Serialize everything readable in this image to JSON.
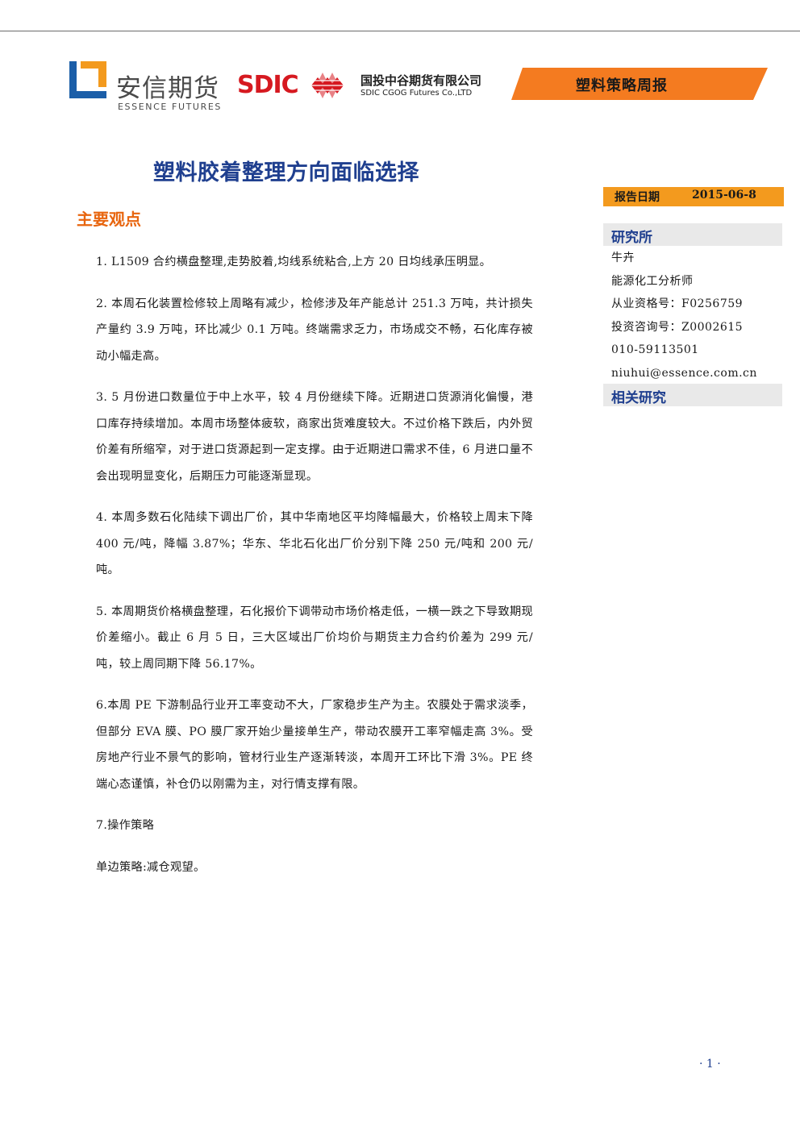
{
  "header": {
    "essence_cn": "安信期货",
    "essence_en": "ESSENCE FUTURES",
    "sdic_mark": "SDIC",
    "sdic_cn": "国投中谷期货有限公司",
    "sdic_en": "SDIC CGOG Futures Co.,LTD",
    "report_type": "塑料策略周报",
    "colors": {
      "banner": "#f47b20",
      "essence_blue": "#1b5ea8",
      "essence_orange": "#f39a1e",
      "sdic_red": "#d61920"
    }
  },
  "title": "塑料胶着整理方向面临选择",
  "main_section": "主要观点",
  "paragraphs": [
    "1. L1509 合约横盘整理,走势胶着,均线系统粘合,上方 20 日均线承压明显。",
    "2. 本周石化装置检修较上周略有减少，检修涉及年产能总计 251.3 万吨，共计损失产量约 3.9 万吨，环比减少 0.1 万吨。终端需求乏力，市场成交不畅，石化库存被动小幅走高。",
    "3. 5 月份进口数量位于中上水平，较 4 月份继续下降。近期进口货源消化偏慢，港口库存持续增加。本周市场整体疲软，商家出货难度较大。不过价格下跌后，内外贸价差有所缩窄，对于进口货源起到一定支撑。由于近期进口需求不佳，6 月进口量不会出现明显变化，后期压力可能逐渐显现。",
    "4. 本周多数石化陆续下调出厂价，其中华南地区平均降幅最大，价格较上周末下降 400 元/吨，降幅 3.87%；华东、华北石化出厂价分别下降 250 元/吨和 200 元/吨。",
    "5. 本周期货价格横盘整理，石化报价下调带动市场价格走低，一横一跌之下导致期现价差缩小。截止 6 月 5 日，三大区域出厂价均价与期货主力合约价差为 299 元/吨，较上周同期下降 56.17%。",
    "6.本周 PE 下游制品行业开工率变动不大，厂家稳步生产为主。农膜处于需求淡季，但部分 EVA 膜、PO 膜厂家开始少量接单生产，带动农膜开工率窄幅走高 3%。受房地产行业不景气的影响，管材行业生产逐渐转淡，本周开工环比下滑 3%。PE 终端心态谨慎，补仓仍以刚需为主，对行情支撑有限。",
    "7.操作策略",
    "单边策略:减仓观望。"
  ],
  "sidebar": {
    "date_label": "报告日期",
    "date_value": "2015-06-8",
    "institute_heading": "研究所",
    "analyst": {
      "name": "牛卉",
      "role": "能源化工分析师",
      "qualification": "从业资格号：F0256759",
      "consulting": "投资咨询号：Z0002615",
      "phone": "010-59113501",
      "email": "niuhui@essence.com.cn"
    },
    "related_heading": "相关研究"
  },
  "footer": {
    "page": "· 1 ·"
  }
}
